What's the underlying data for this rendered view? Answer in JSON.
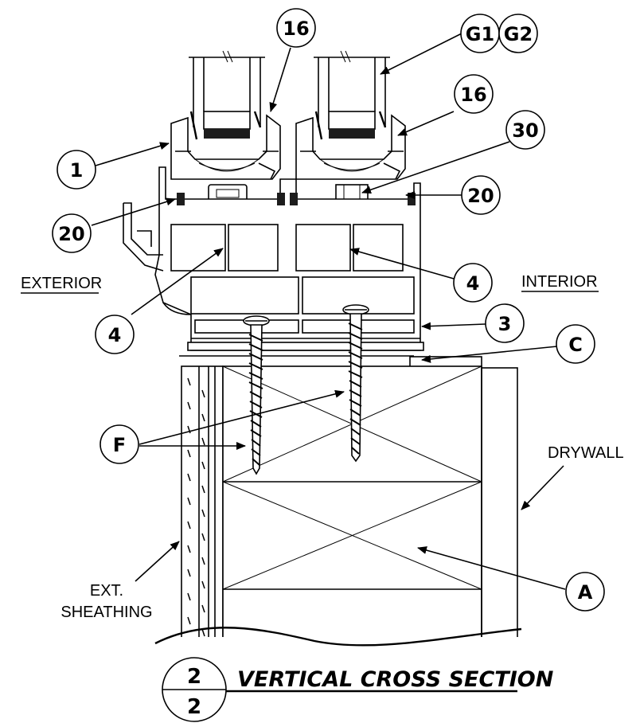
{
  "callouts": {
    "c16_left": "16",
    "g1": "G1",
    "g2": "G2",
    "c16_right": "16",
    "c30": "30",
    "c1": "1",
    "c20_left": "20",
    "c20_right": "20",
    "c4_center": "4",
    "c4_left": "4",
    "c3": "3",
    "cC": "C",
    "cF": "F",
    "cA": "A"
  },
  "labels": {
    "exterior": "EXTERIOR",
    "interior": "INTERIOR",
    "drywall": "DRYWALL",
    "ext_sheathing_line1": "EXT.",
    "ext_sheathing_line2": "SHEATHING"
  },
  "title": {
    "detail_number": "2",
    "sheet_number": "2",
    "text": "VERTICAL CROSS SECTION"
  }
}
